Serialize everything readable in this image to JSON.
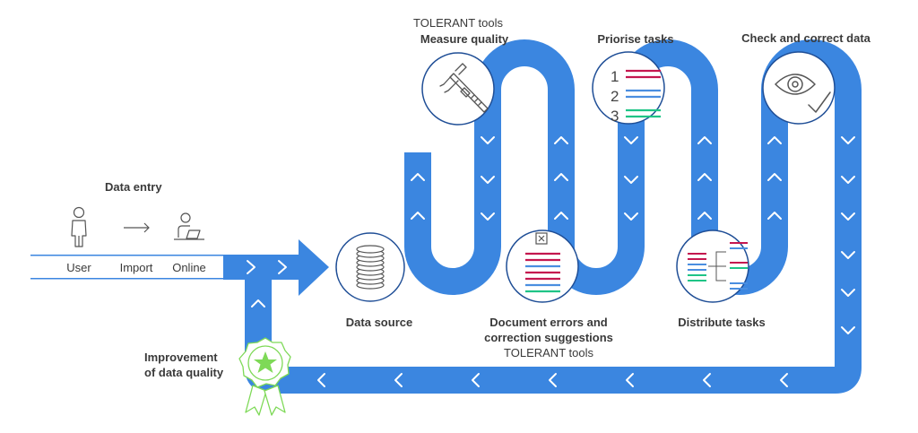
{
  "entry": {
    "title": "Data entry",
    "user_label": "User",
    "import_label": "Import",
    "online_label": "Online"
  },
  "steps": {
    "measure": {
      "line1": "TOLERANT tools",
      "line2": "Measure quality"
    },
    "prioritise": {
      "title": "Priorise tasks",
      "numbers": [
        "1",
        "2",
        "3"
      ]
    },
    "check": {
      "title": "Check and correct data"
    },
    "source": {
      "title": "Data source"
    },
    "document": {
      "line1": "Document errors and",
      "line2": "correction suggestions",
      "line3": "TOLERANT tools"
    },
    "distribute": {
      "title": "Distribute tasks"
    },
    "improvement": {
      "line1": "Improvement",
      "line2": "of data quality"
    }
  },
  "colors": {
    "pipe": "#3b86e0",
    "circle_border": "#1f4e96",
    "red": "#c4174f",
    "blue": "#4a8ee0",
    "green": "#1fc486",
    "badge": "#7ed957",
    "icon": "#555555"
  }
}
